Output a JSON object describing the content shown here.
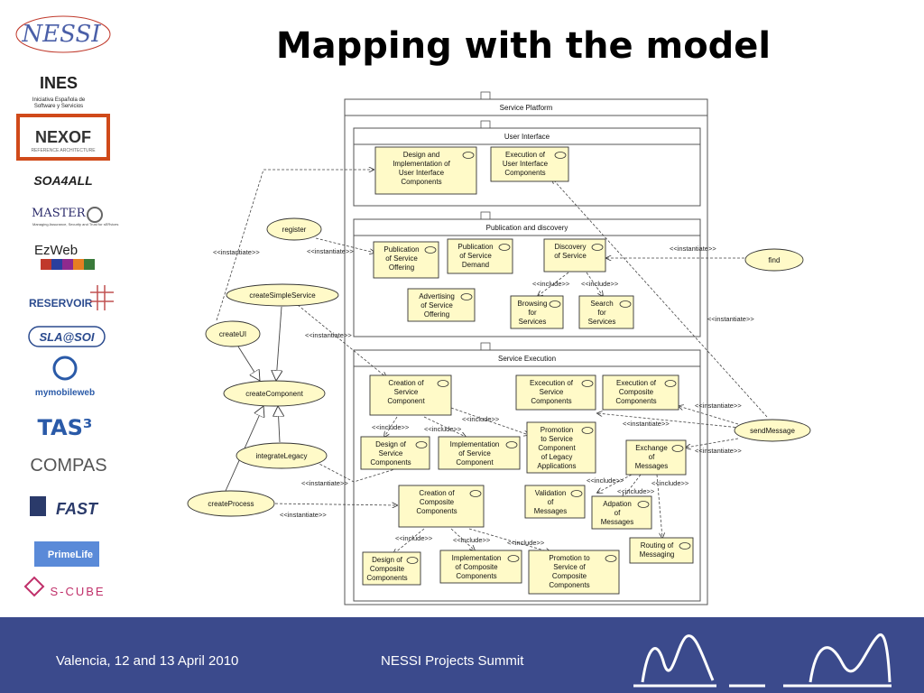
{
  "title": "Mapping with the model",
  "footer": {
    "date": "Valencia, 12 and 13 April 2010",
    "event": "NESSI Projects Summit"
  },
  "logos": {
    "nessi": "NESSI",
    "ines": "INES",
    "ines_sub1": "Iniciativa Española de",
    "ines_sub2": "Software y Servicios",
    "nexof": "NEXOF",
    "nexof_sub": "REFERENCE ARCHITECTURE",
    "soa4all": "SOA4ALL",
    "master": "MASTER",
    "master_sub": "Managing Assurance, Security and Trust for sERvices",
    "ezweb": "EzWeb",
    "reservoir": "RESERVOIR",
    "slasoi": "SLA@SOI",
    "mymobileweb": "mymobileweb",
    "tas3": "TAS³",
    "compas": "COMPAS",
    "fast": "FAST",
    "primelife": "PrimeLife",
    "scube": "S-CUBE"
  },
  "packages": {
    "platform": "Service Platform",
    "ui": "User Interface",
    "pub": "Publication and discovery",
    "exec": "Service Execution"
  },
  "usecases": {
    "design_ui": [
      "Design and",
      "Implementation of",
      "User Interface",
      "Components"
    ],
    "exec_ui": [
      "Execution of",
      "User Interface",
      "Components"
    ],
    "pub_offering": [
      "Publication",
      "of Service",
      "Offering"
    ],
    "pub_demand": [
      "Publication",
      "of Service",
      "Demand"
    ],
    "discovery": [
      "Discovery",
      "of Service"
    ],
    "advertising": [
      "Advertising",
      "of Service",
      "Offering"
    ],
    "browsing": [
      "Browsing",
      "for",
      "Services"
    ],
    "search": [
      "Search",
      "for",
      "Services"
    ],
    "creation_sc": [
      "Creation of",
      "Service",
      "Component"
    ],
    "exec_sc": [
      "Excecution of",
      "Service",
      "Components"
    ],
    "exec_cc": [
      "Execution of",
      "Composite",
      "Components"
    ],
    "promo_legacy": [
      "Promotion",
      "to Service",
      "Component",
      "of Legacy",
      "Applications"
    ],
    "design_sc": [
      "Design of",
      "Service",
      "Components"
    ],
    "impl_sc": [
      "Implementation",
      "of Service",
      "Component"
    ],
    "exchange": [
      "Exchange",
      "of",
      "Messages"
    ],
    "validation": [
      "Validation",
      "of",
      "Messages"
    ],
    "adaptation": [
      "Adpation",
      "of",
      "Messages"
    ],
    "routing": [
      "Routing of",
      "Messaging"
    ],
    "creation_cc": [
      "Creation of",
      "Composite",
      "Components"
    ],
    "design_cc": [
      "Design of",
      "Composite",
      "Components"
    ],
    "impl_cc": [
      "Implementation",
      "of Composite",
      "Components"
    ],
    "promo_cc": [
      "Promotion to",
      "Service of",
      "Composite",
      "Components"
    ]
  },
  "actors": {
    "register": "register",
    "createSimpleService": "createSimpleService",
    "createUI": "createUI",
    "createComponent": "createComponent",
    "integrateLegacy": "integrateLegacy",
    "createProcess": "createProcess",
    "find": "find",
    "sendMessage": "sendMessage"
  },
  "stereotypes": {
    "instantiate": "<<instantiate>>",
    "instantiate_typo": "<<instantiate>>",
    "include": "<<include>>"
  }
}
